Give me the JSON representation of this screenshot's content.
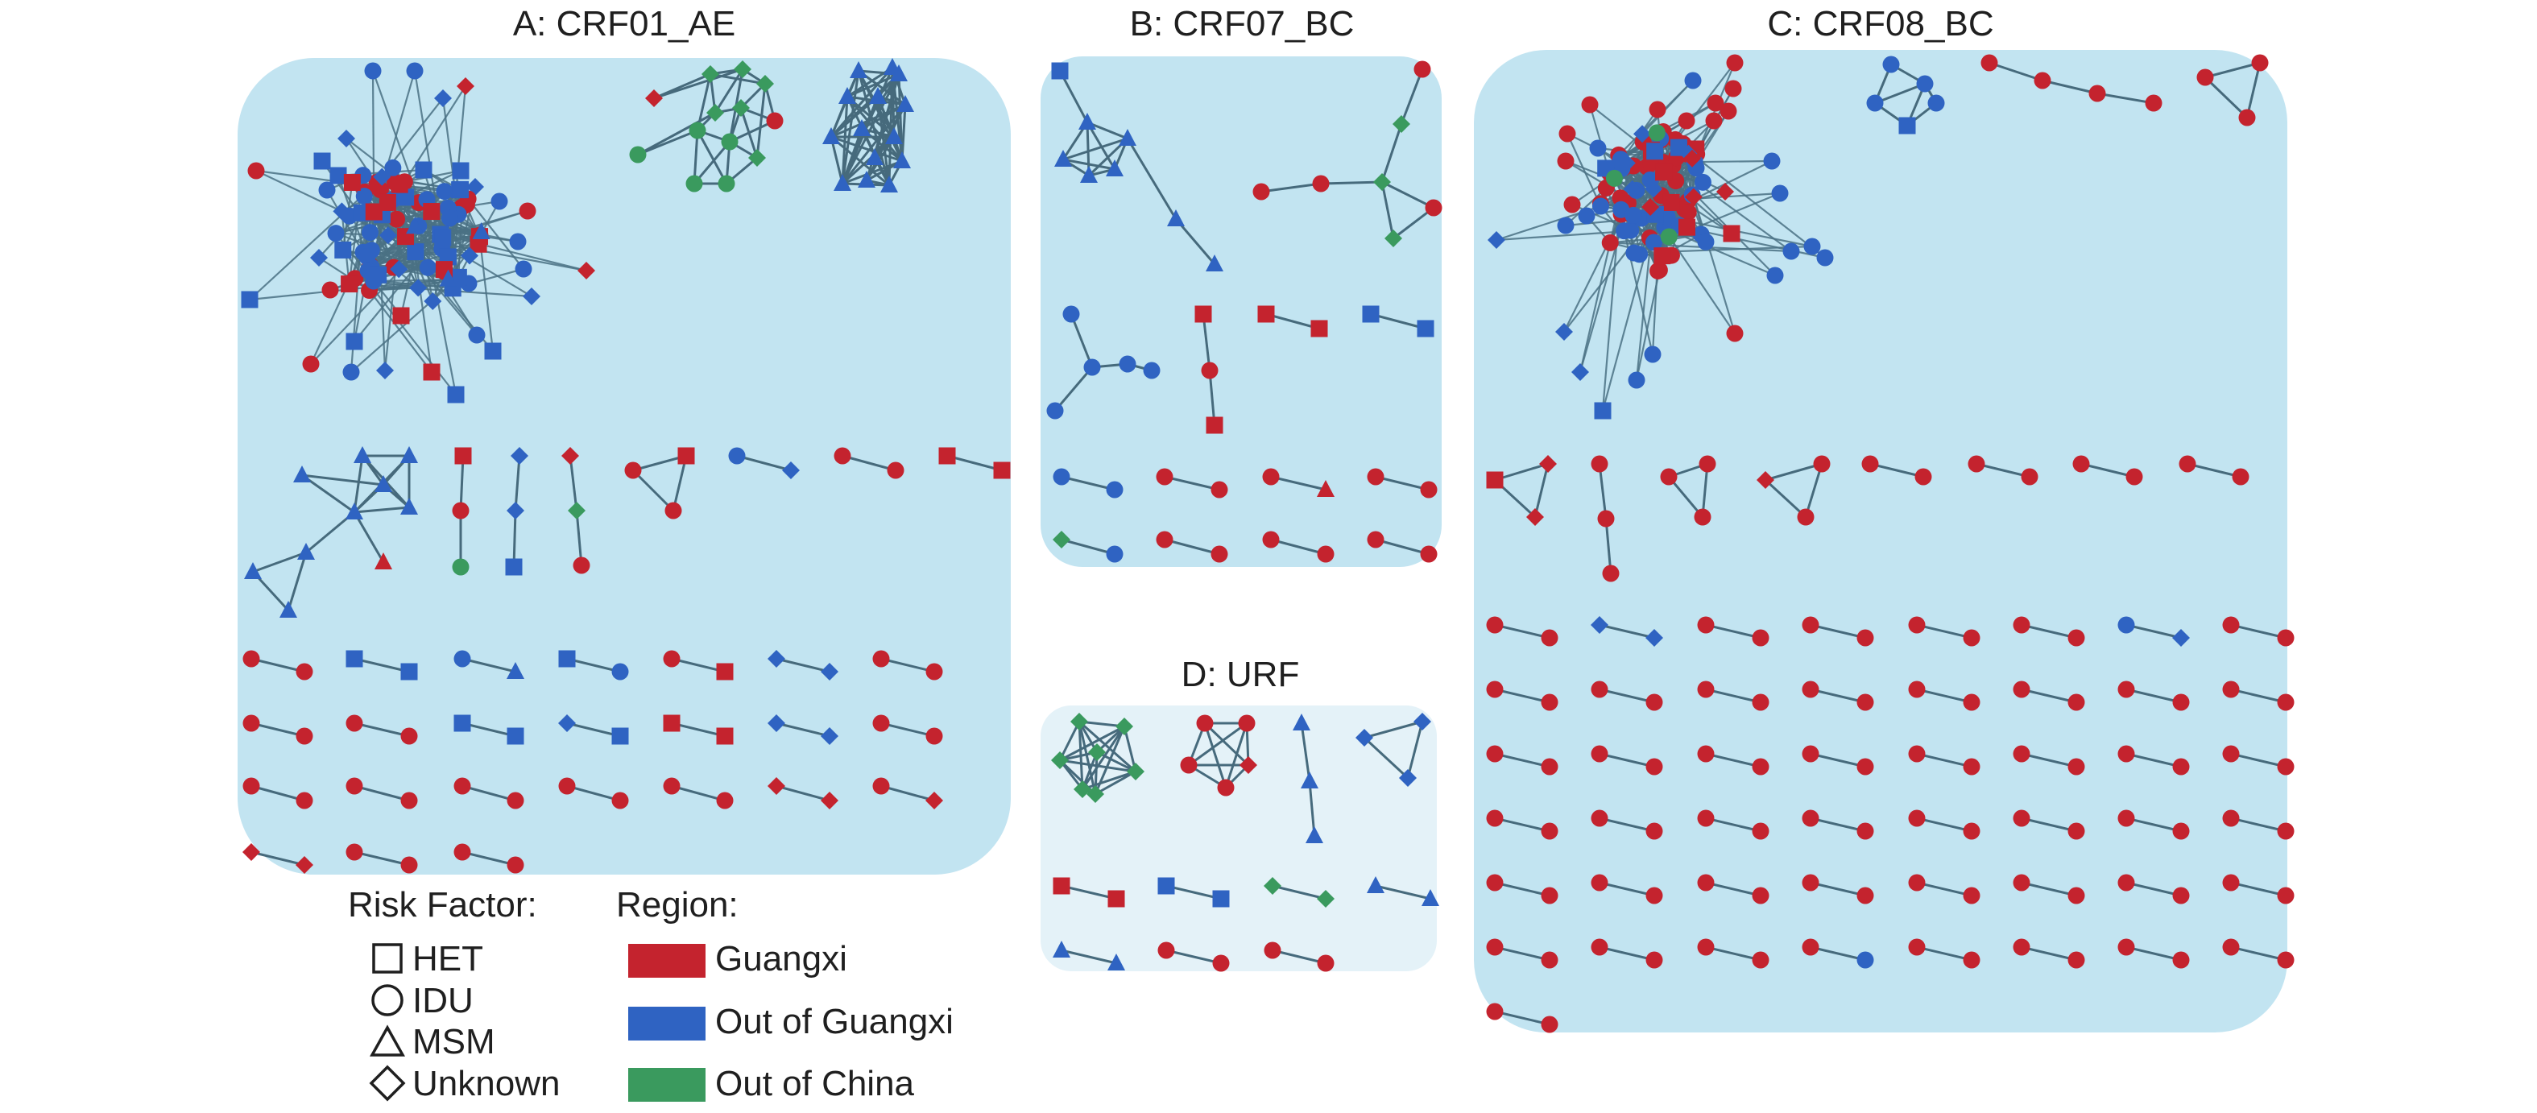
{
  "panels": [
    {
      "title": "A: CRF01_AE",
      "key": "A"
    },
    {
      "title": "B: CRF07_BC",
      "key": "B"
    },
    {
      "title": "C: CRF08_BC",
      "key": "C"
    },
    {
      "title": "D: URF",
      "key": "D"
    }
  ],
  "legend": {
    "risk_factor_title": "Risk Factor:",
    "risk_factors": [
      {
        "label": "HET",
        "icon": "square"
      },
      {
        "label": "IDU",
        "icon": "circle"
      },
      {
        "label": "MSM",
        "icon": "triangle"
      },
      {
        "label": "Unknown",
        "icon": "diamond"
      }
    ],
    "region_title": "Region:",
    "regions": [
      {
        "label": "Guangxi",
        "color": "#c4232e"
      },
      {
        "label": "Out of Guangxi",
        "color": "#2f63c2"
      },
      {
        "label": "Out of China",
        "color": "#3a9a5e"
      }
    ]
  },
  "colors": {
    "panel_bg": "#c2e4f1",
    "panel_bg_light": "#e4f2f8",
    "edge": "#466a7c"
  }
}
